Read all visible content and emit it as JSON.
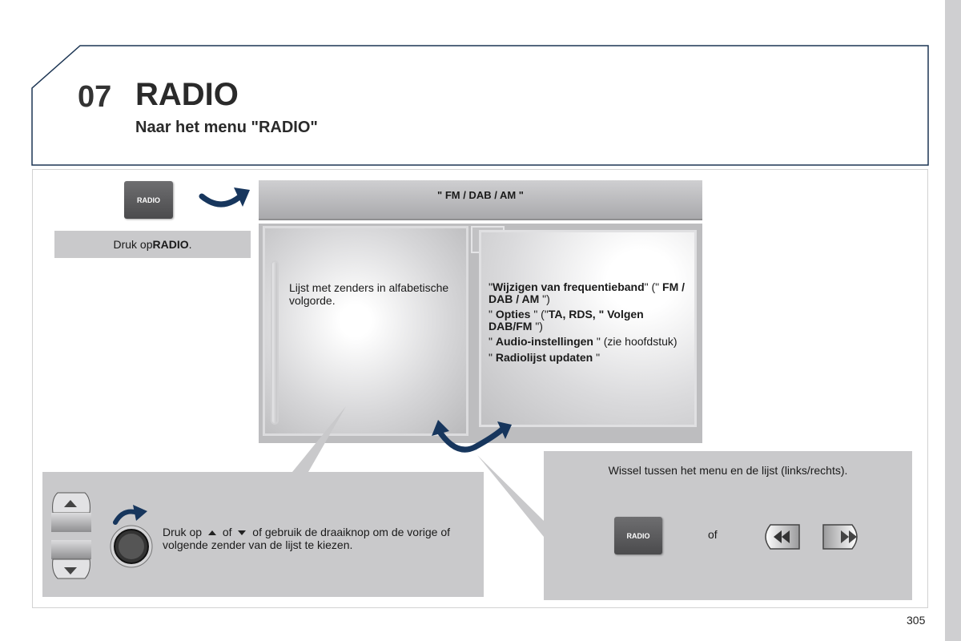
{
  "page": {
    "chapter_number": "07",
    "chapter_title": "RADIO",
    "chapter_subtitle": "Naar het menu \"RADIO\"",
    "page_number": "305"
  },
  "step1": {
    "button_label": "RADIO",
    "caption_prefix": "Druk op ",
    "caption_bold": "RADIO",
    "caption_suffix": "."
  },
  "screen": {
    "header": "\" FM / DAB / AM \"",
    "list_text": "Lijst met zenders in alfabetische volgorde.",
    "menu_items": [
      {
        "pre": "\"",
        "bold": "Wijzigen van frequentieband",
        "post": "\" (\" ",
        "bold2": "FM / DAB / AM",
        "post2": " \")"
      },
      {
        "pre": "\" ",
        "bold": "Opties",
        "post": " \" (\"",
        "bold2": "TA, RDS, \" Volgen DAB/FM",
        "post2": " \")"
      },
      {
        "pre": "\" ",
        "bold": "Audio-instellingen",
        "post": " \" (zie hoofdstuk)",
        "bold2": "",
        "post2": ""
      },
      {
        "pre": "\" ",
        "bold": "Radiolijst updaten",
        "post": " \"",
        "bold2": "",
        "post2": ""
      }
    ]
  },
  "bottom_left": {
    "text_part1": "Druk op",
    "text_part2": "of",
    "text_part3": "of gebruik de draaiknop om de vorige of volgende zender van de lijst te kiezen."
  },
  "bottom_right": {
    "instruction": "Wissel tussen het menu en de lijst (links/rechts).",
    "button_label": "RADIO",
    "or_text": "of"
  },
  "colors": {
    "header_border": "#1c3553",
    "arrow_blue": "#17365d",
    "panel_gray": "#c9c9cb"
  }
}
